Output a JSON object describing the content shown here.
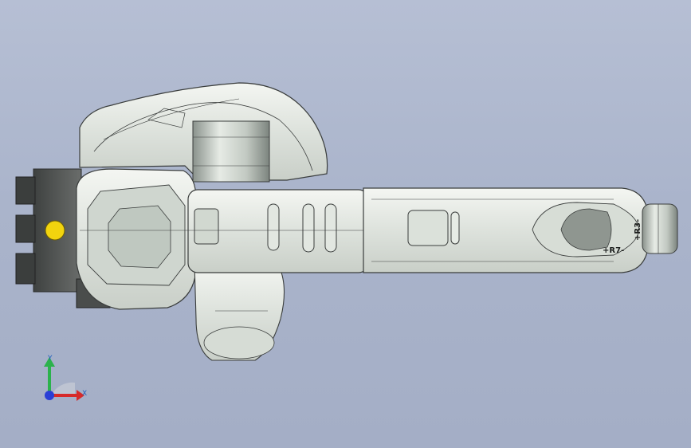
{
  "viewport": {
    "background_top": "#b6bfd4",
    "background_bottom": "#a4aec6"
  },
  "model": {
    "part_color": "#e4e8e2",
    "edge_color": "#3a3d3c",
    "base_color": "#5a5d5c",
    "indicator_color": "#f2d40e",
    "labels": {
      "r7_axis": "+R7-",
      "r3_axis": "+R3-"
    }
  },
  "triad": {
    "x_label": "X",
    "y_label": "Y",
    "x_color": "#d62a2a",
    "y_color": "#2bb24c",
    "z_color": "#2a3fd6"
  }
}
